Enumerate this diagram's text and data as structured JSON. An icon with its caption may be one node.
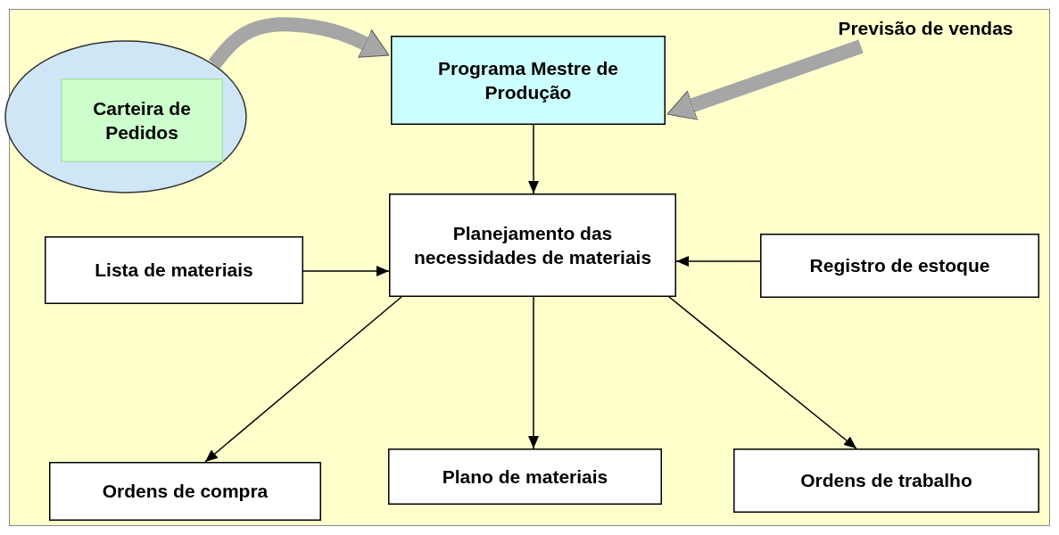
{
  "diagram": {
    "nodes": [
      {
        "text": [],
        "shape": "ellipse"
      },
      {
        "text": [
          "Carteira de Pedidos"
        ],
        "in": 0
      },
      {
        "text": [
          "Programa Mestre de Produção"
        ]
      },
      {
        "text": [
          "Previsão de vendas"
        ]
      },
      {
        "text": [
          "Lista de materiais"
        ]
      },
      {
        "text": [
          "Planejamento das necessidades de materiais"
        ]
      },
      {
        "text": [
          "Registro de estoque"
        ]
      },
      {
        "text": [
          "Ordens de compra"
        ]
      },
      {
        "text": [
          "Plano de materiais"
        ]
      },
      {
        "text": [
          "Ordens de trabalho"
        ]
      }
    ],
    "edges": [
      {
        "from": 0,
        "to": 2,
        "arrow": "to",
        "style": "thick",
        "color": "#a6a6a6"
      },
      {
        "from": 3,
        "to": 2,
        "arrow": "to",
        "style": "thick",
        "color": "#a6a6a6"
      },
      {
        "from": 2,
        "to": 5,
        "arrow": "to"
      },
      {
        "from": 4,
        "to": 5,
        "arrow": "to"
      },
      {
        "from": 6,
        "to": 5,
        "arrow": "to"
      },
      {
        "from": 5,
        "to": 7,
        "arrow": "to"
      },
      {
        "from": 5,
        "to": 8,
        "arrow": "to"
      },
      {
        "from": 5,
        "to": 9,
        "arrow": "to"
      }
    ]
  }
}
